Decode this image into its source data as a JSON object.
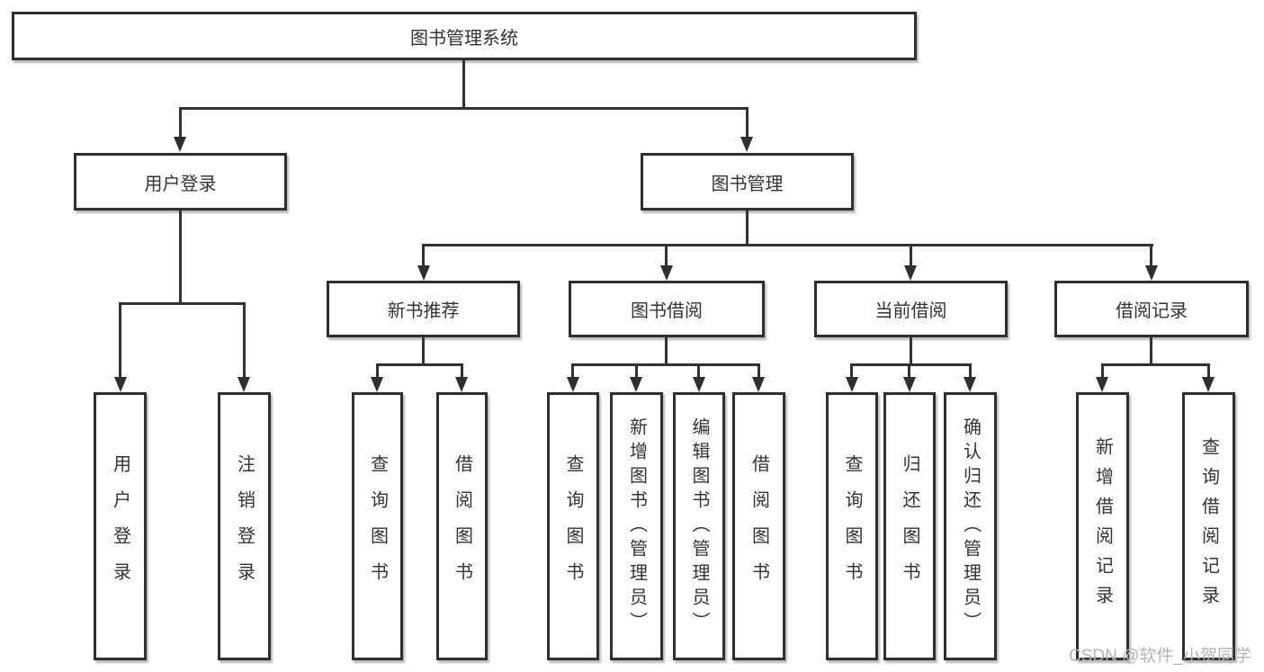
{
  "tree": {
    "root": "图书管理系统",
    "login": {
      "label": "用户登录",
      "children": [
        "用户登录",
        "注销登录"
      ]
    },
    "mgmt": {
      "label": "图书管理",
      "groups": [
        {
          "label": "新书推荐",
          "leaves": [
            "查询图书",
            "借阅图书"
          ]
        },
        {
          "label": "图书借阅",
          "leaves": [
            "查询图书",
            "新增图书（管理员）",
            "编辑图书（管理员）",
            "借阅图书"
          ]
        },
        {
          "label": "当前借阅",
          "leaves": [
            "查询图书",
            "归还图书",
            "确认归还（管理员）"
          ]
        },
        {
          "label": "借阅记录",
          "leaves": [
            "新增借阅记录",
            "查询借阅记录"
          ]
        }
      ]
    }
  },
  "watermark": {
    "text": "CSDN @软件_小贺同学"
  },
  "colors": {
    "line": "#323232",
    "border": "#2f2f2f",
    "text": "#333333",
    "watermark": "#b5b5b5"
  }
}
